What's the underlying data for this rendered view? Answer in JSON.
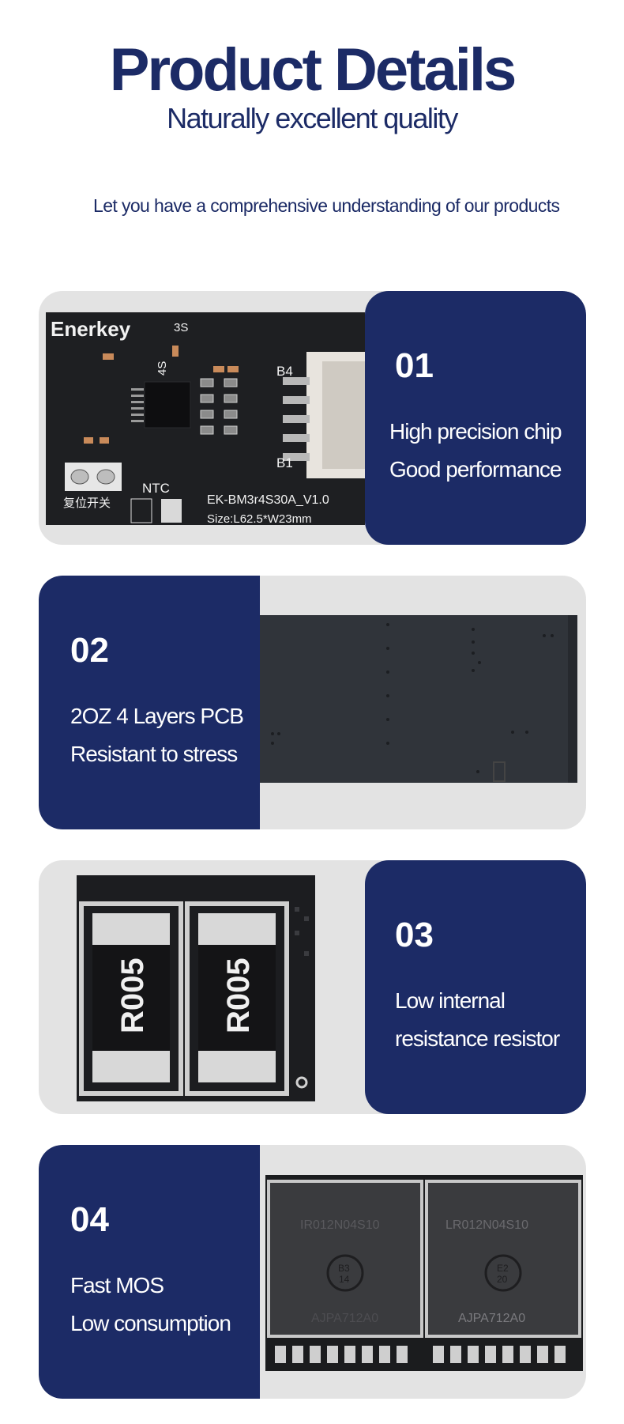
{
  "header": {
    "title": "Product Details",
    "subtitle": "Naturally excellent quality",
    "intro": "Let you have a comprehensive understanding of our products"
  },
  "features": [
    {
      "number": "01",
      "line1": "High precision chip",
      "line2": "Good performance"
    },
    {
      "number": "02",
      "line1": "2OZ 4 Layers PCB",
      "line2": "Resistant to stress"
    },
    {
      "number": "03",
      "line1": "Low internal",
      "line2": "resistance resistor"
    },
    {
      "number": "04",
      "line1": "Fast MOS",
      "line2": "Low consumption"
    }
  ],
  "photo_text": {
    "brand": "Enerkey",
    "s3": "3S",
    "s4": "4S",
    "b4": "B4",
    "b1": "B1",
    "reset": "复位开关",
    "ntc": "NTC",
    "model": "EK-BM3r4S30A_V1.0",
    "size": "Size:L62.5*W23mm",
    "resistor_code": "R005",
    "mos_code": "IR012N04S10",
    "mos_code_right": "LR012N04S10",
    "mos_lot": "AJPA712A0",
    "mos_mark_1a": "B3",
    "mos_mark_1b": "14",
    "mos_mark_2a": "E2",
    "mos_mark_2b": "20"
  },
  "colors": {
    "navy": "#1c2b66",
    "card_gray": "#e3e3e3",
    "pcb_dark": "#1d1e21"
  }
}
